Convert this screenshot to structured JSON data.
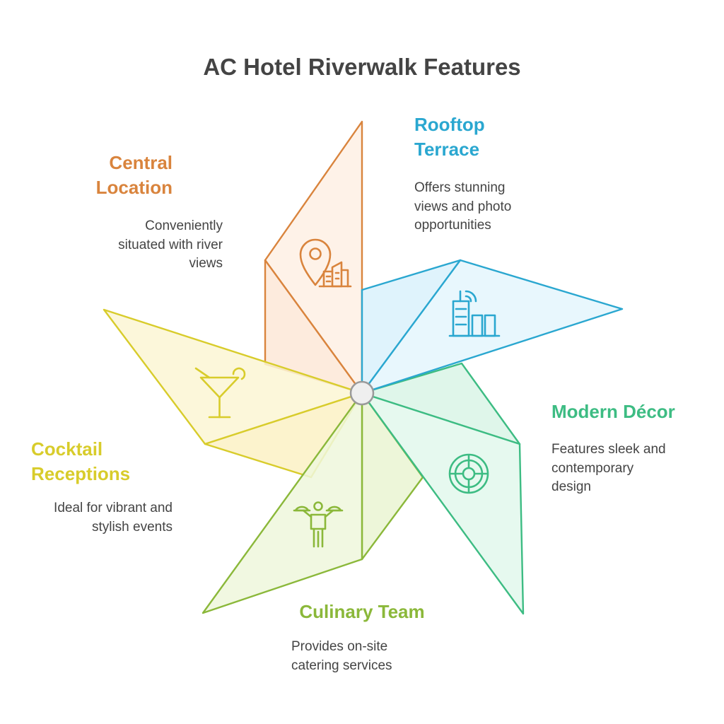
{
  "title": "AC Hotel Riverwalk Features",
  "features": [
    {
      "heading": "Central\nLocation",
      "description": "Conveniently\nsituated with river\nviews",
      "color": "#d9843d",
      "fill": "#fef0e4",
      "icon": "location-pin-buildings-icon"
    },
    {
      "heading": "Rooftop\nTerrace",
      "description": "Offers stunning\nviews and photo\nopportunities",
      "color": "#2aa7d0",
      "fill": "#e4f6fd",
      "icon": "tower-signal-buildings-icon"
    },
    {
      "heading": "Modern Décor",
      "description": "Features sleek and\ncontemporary\ndesign",
      "color": "#3dbc83",
      "fill": "#e2f8ec",
      "icon": "circular-emblem-icon"
    },
    {
      "heading": "Culinary Team",
      "description": "Provides on-site\ncatering services",
      "color": "#8bb83a",
      "fill": "#eef7dc",
      "icon": "waiter-trays-icon"
    },
    {
      "heading": "Cocktail\nReceptions",
      "description": "Ideal for vibrant and\nstylish events",
      "color": "#d8cc2b",
      "fill": "#fcf6d4",
      "icon": "cocktail-glass-icon"
    }
  ]
}
